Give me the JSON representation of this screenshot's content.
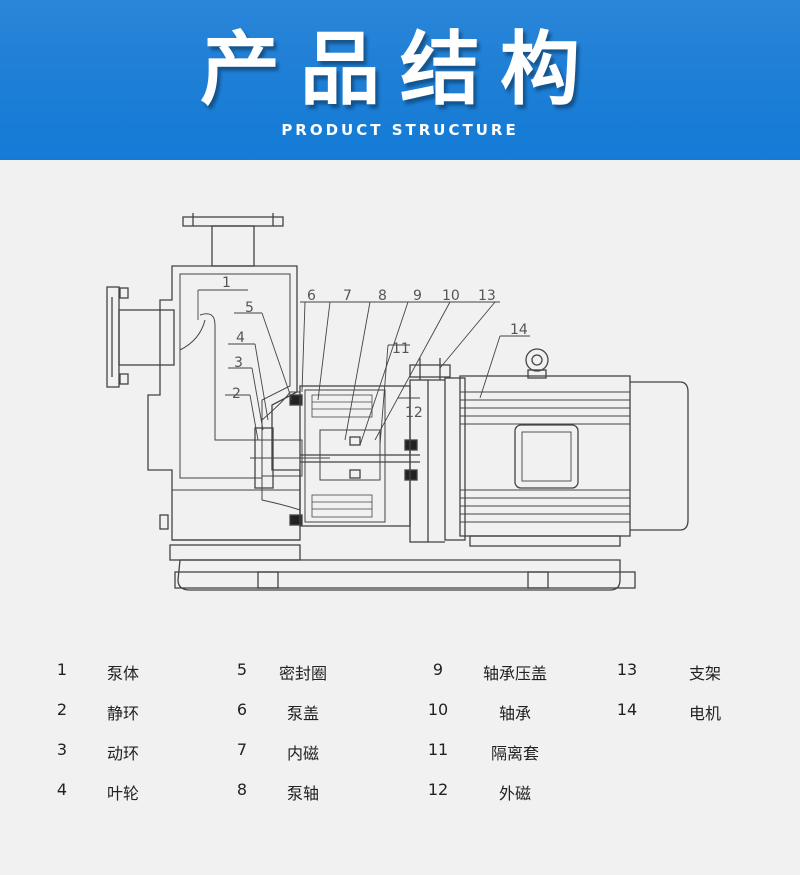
{
  "header": {
    "title": "产品结构",
    "subtitle": "PRODUCT STRUCTURE",
    "bg_color": "#1f7fd6"
  },
  "diagram": {
    "callouts": [
      "1",
      "2",
      "3",
      "4",
      "5",
      "6",
      "7",
      "8",
      "9",
      "10",
      "11",
      "12",
      "13",
      "14"
    ]
  },
  "legend": [
    {
      "num": "1",
      "name": "泵体"
    },
    {
      "num": "2",
      "name": "静环"
    },
    {
      "num": "3",
      "name": "动环"
    },
    {
      "num": "4",
      "name": "叶轮"
    },
    {
      "num": "5",
      "name": "密封圈"
    },
    {
      "num": "6",
      "name": "泵盖"
    },
    {
      "num": "7",
      "name": "内磁"
    },
    {
      "num": "8",
      "name": "泵轴"
    },
    {
      "num": "9",
      "name": "轴承压盖"
    },
    {
      "num": "10",
      "name": "轴承"
    },
    {
      "num": "11",
      "name": "隔离套"
    },
    {
      "num": "12",
      "name": "外磁"
    },
    {
      "num": "13",
      "name": "支架"
    },
    {
      "num": "14",
      "name": "电机"
    }
  ]
}
